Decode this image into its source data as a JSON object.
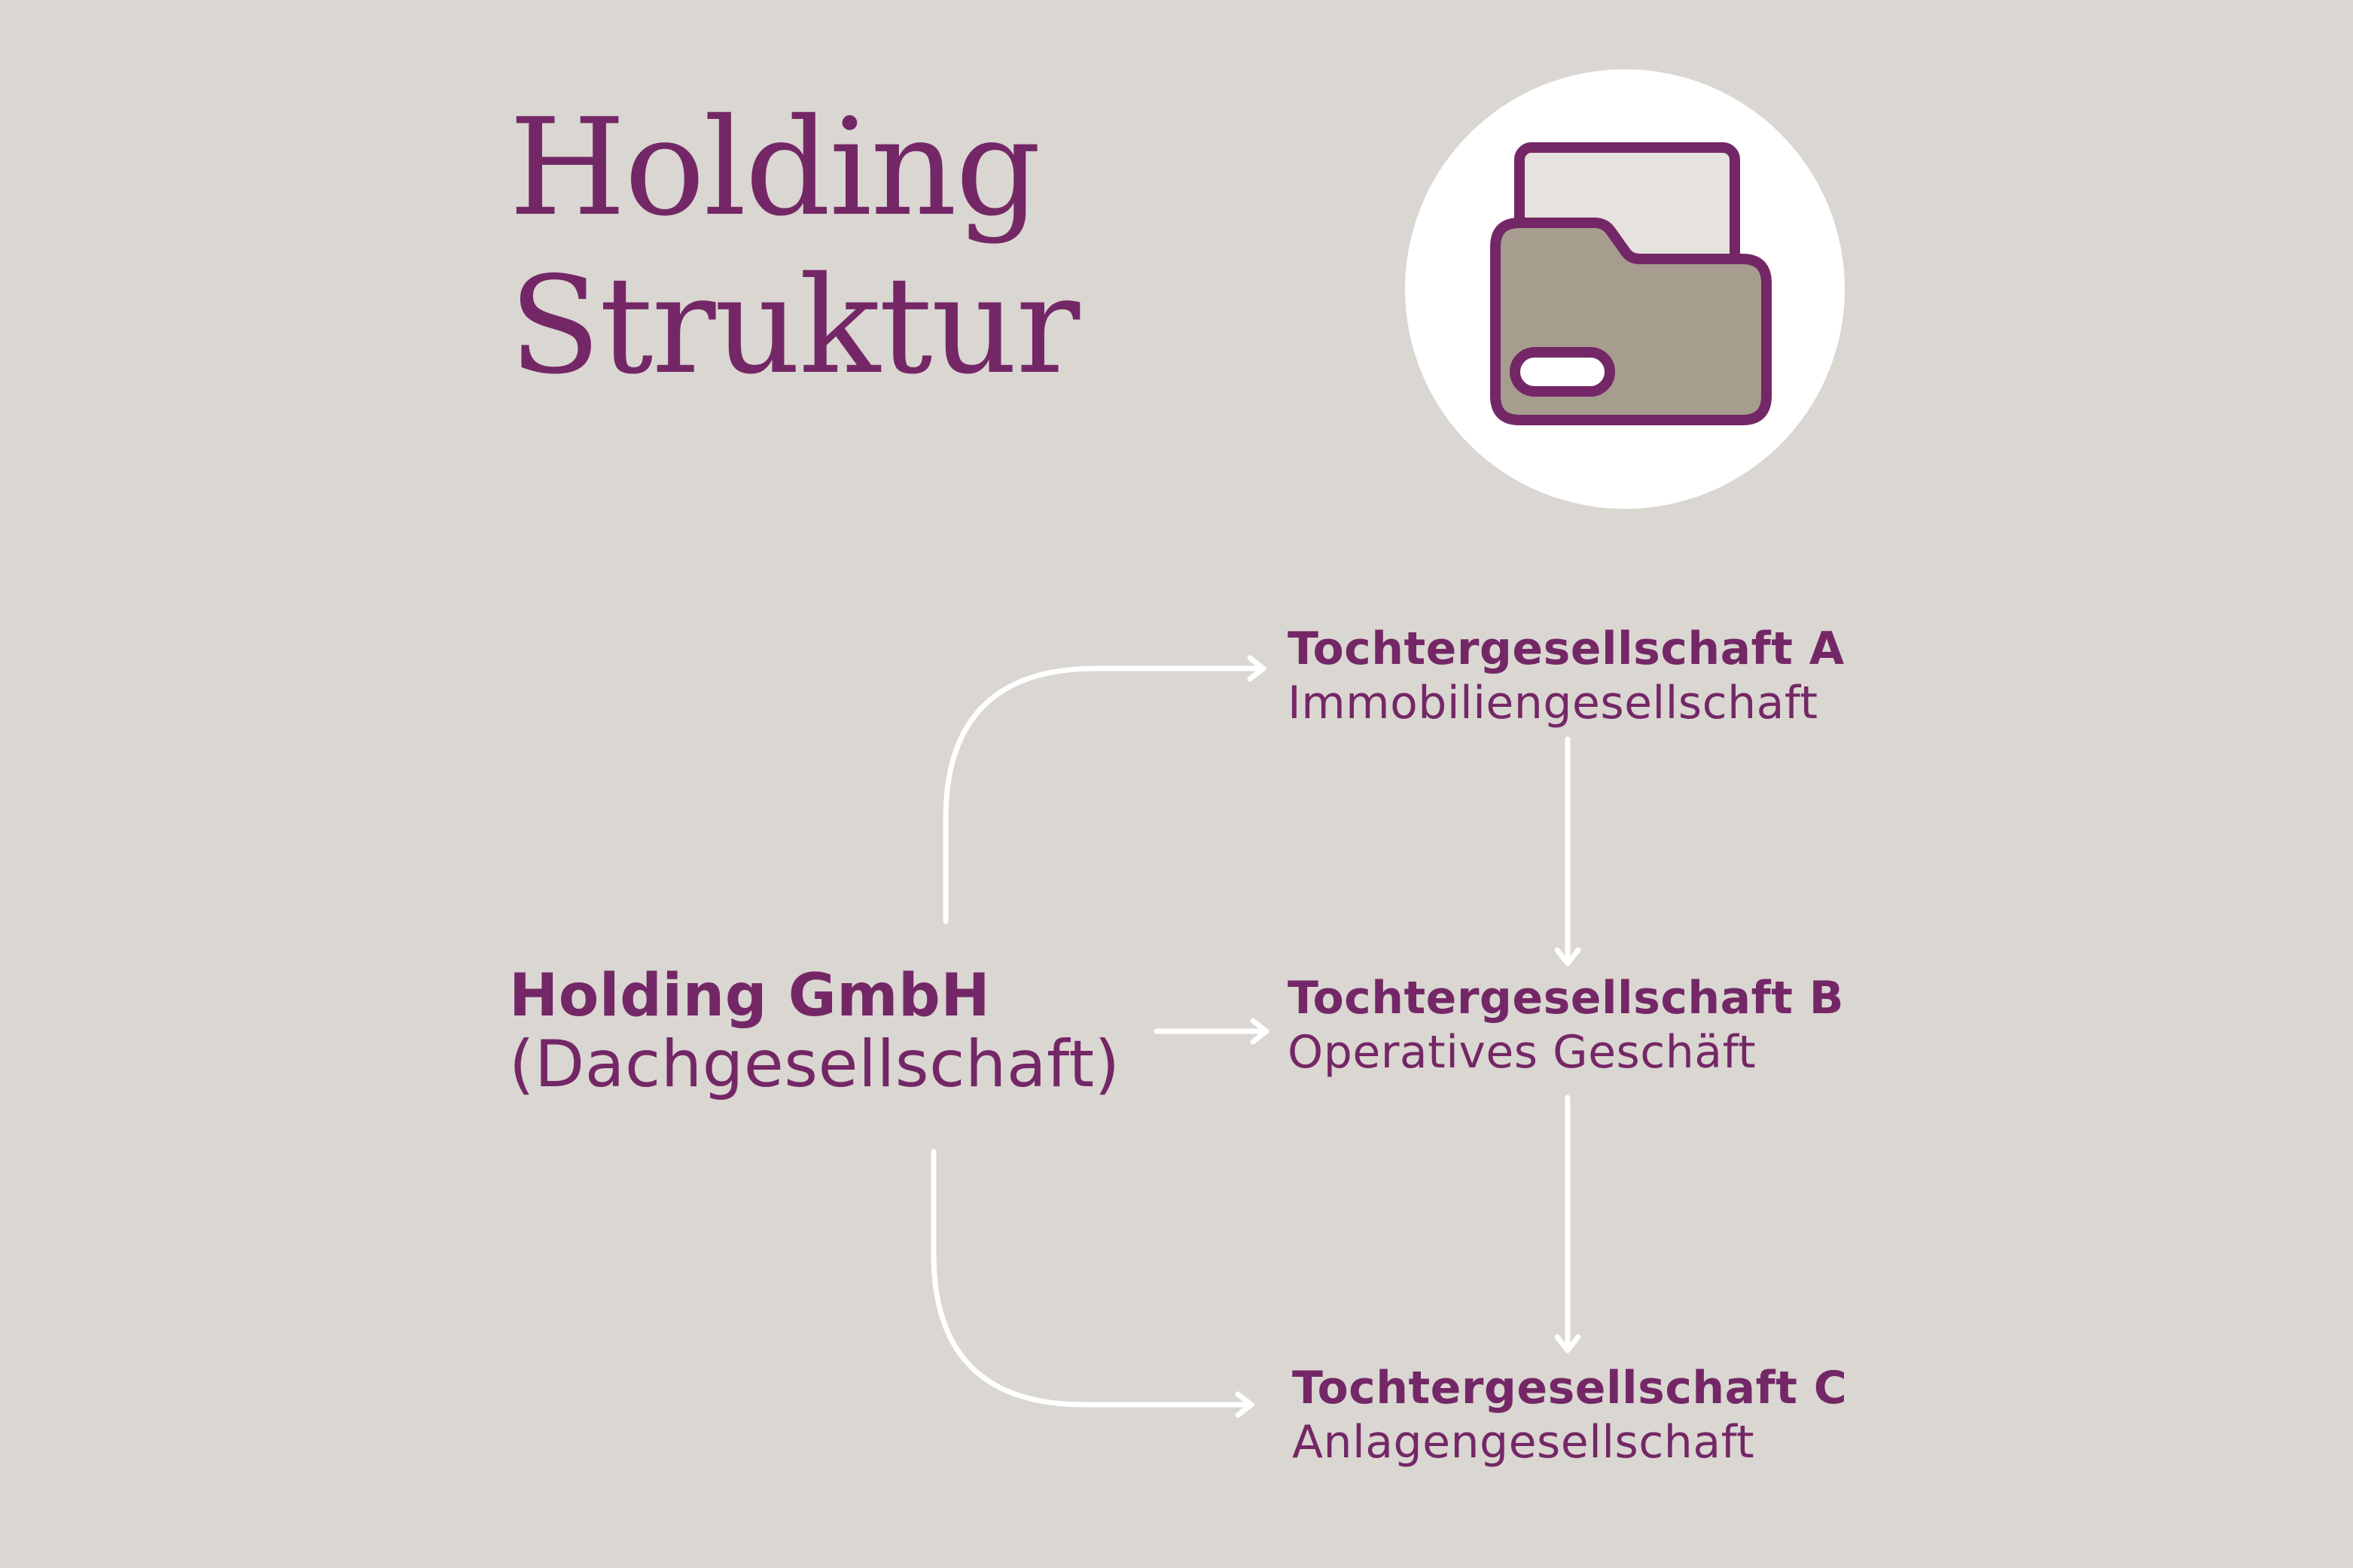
{
  "title": {
    "line1": "Holding",
    "line2": "Struktur"
  },
  "icon": "folder-icon",
  "colors": {
    "background": "#dad6d1",
    "accent": "#742766",
    "connector": "#ffffff",
    "folder_fill": "#a69d8f",
    "paper_fill": "#e6e2dd"
  },
  "holding": {
    "name": "Holding GmbH",
    "role": "(Dachgesellschaft)"
  },
  "subsidiaries": [
    {
      "name": "Tochtergesellschaft A",
      "role": "Immobiliengesellschaft"
    },
    {
      "name": "Tochtergesellschaft B",
      "role": "Operatives Geschäft"
    },
    {
      "name": "Tochtergesellschaft C",
      "role": "Anlagengesellschaft"
    }
  ]
}
